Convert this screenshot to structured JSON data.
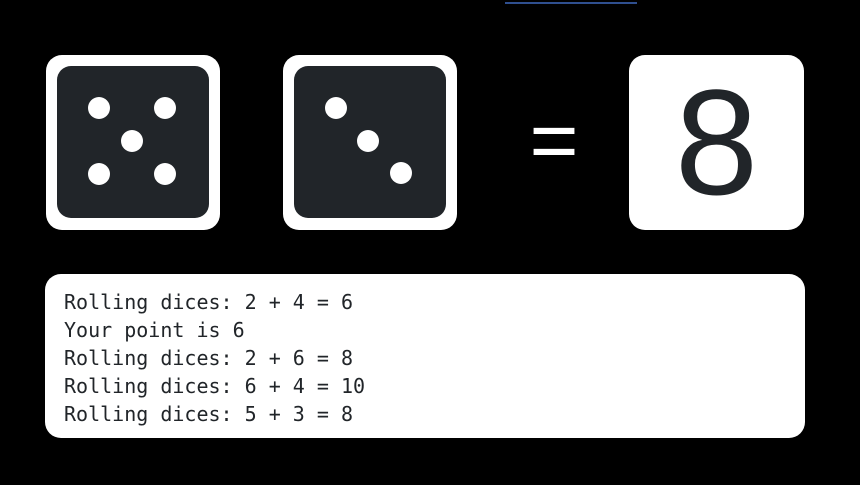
{
  "dice": [
    {
      "value": 5
    },
    {
      "value": 3
    }
  ],
  "equals_sign": "=",
  "sum": "8",
  "log": [
    "Rolling dices: 2 + 4 = 6",
    "Your point is 6",
    "Rolling dices: 2 + 6 = 8",
    "Rolling dices: 6 + 4 = 10",
    "Rolling dices: 5 + 3 = 8"
  ],
  "colors": {
    "background": "#000000",
    "die_face": "#212529",
    "pip": "#ffffff",
    "card": "#ffffff"
  }
}
